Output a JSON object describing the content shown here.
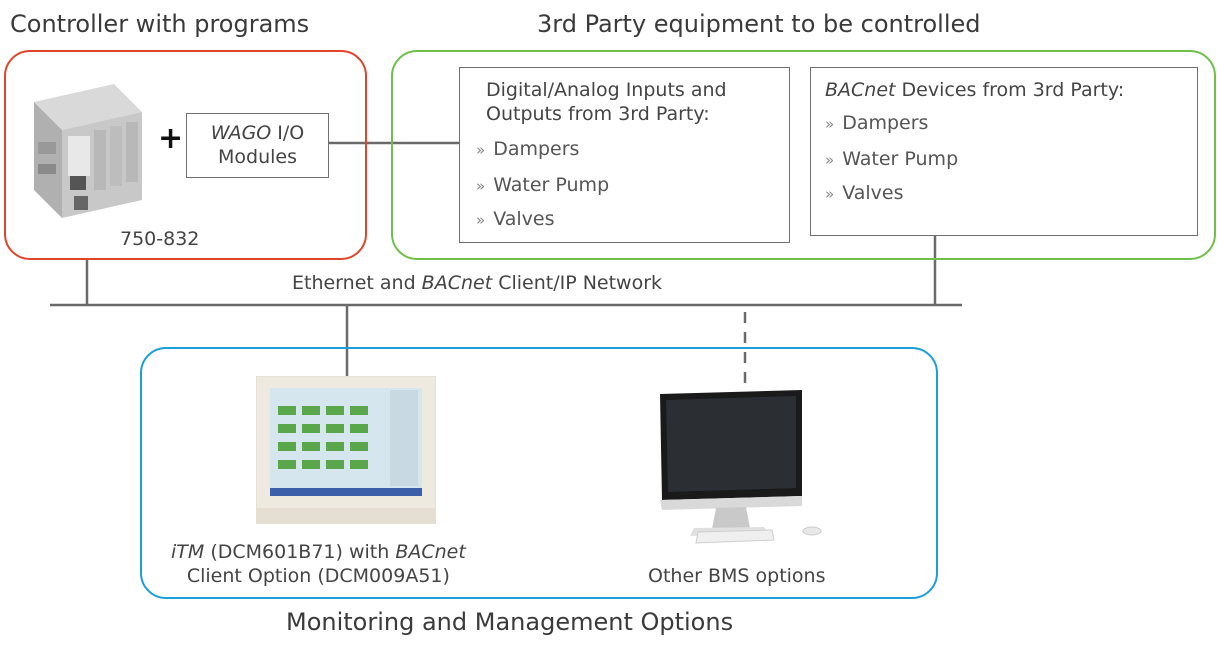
{
  "groups": {
    "controller": {
      "title": "Controller with programs",
      "device_label": "750-832",
      "plus": "+",
      "modules": {
        "brand": "WAGO",
        "suffix": " I/O",
        "line2": "Modules"
      }
    },
    "third_party": {
      "title": "3rd Party equipment to be controlled",
      "io_box": {
        "line1": "Digital/Analog Inputs and",
        "line2": "Outputs from 3rd Party:",
        "items": [
          "Dampers",
          "Water Pump",
          "Valves"
        ]
      },
      "bacnet_box": {
        "brand": "BACnet",
        "suffix": " Devices from 3rd Party:",
        "items": [
          "Dampers",
          "Water Pump",
          "Valves"
        ]
      }
    },
    "monitoring": {
      "title": "Monitoring and Management Options",
      "itm_label": {
        "brand1": "iTM",
        "mid": " (DCM601B71) with ",
        "brand2": "BACnet",
        "line2": "Client Option (DCM009A51)"
      },
      "bms_label": "Other BMS options"
    }
  },
  "network": {
    "prefix": "Ethernet and ",
    "brand": "BACnet",
    "suffix": " Client/IP Network"
  },
  "bullet_glyph": "»",
  "colors": {
    "controller_border": "#e0442a",
    "third_party_border": "#6ec04a",
    "monitoring_border": "#1b9fd8",
    "line": "#6a6a6a"
  }
}
